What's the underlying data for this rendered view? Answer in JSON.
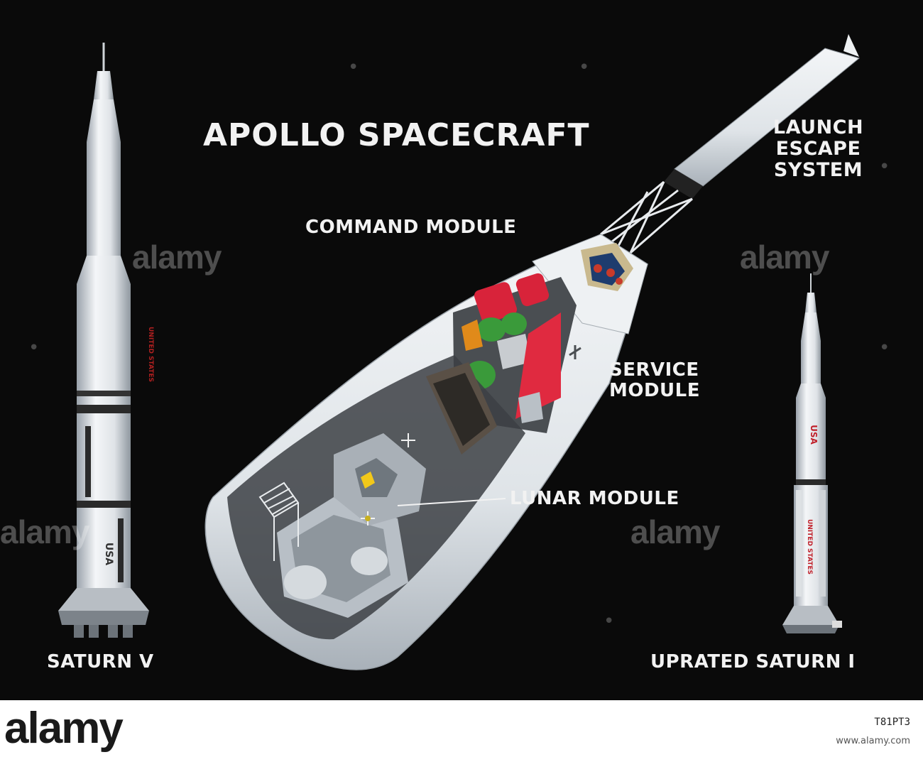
{
  "title": "APOLLO SPACECRAFT",
  "labels": {
    "launch_escape": "LAUNCH\nESCAPE\nSYSTEM",
    "command_module": "COMMAND MODULE",
    "service_module": "SERVICE\nMODULE",
    "lunar_module": "LUNAR MODULE",
    "saturn_v": "SATURN V",
    "uprated_saturn": "UPRATED SATURN I"
  },
  "rocket_markings": {
    "saturn_v_usa": "USA",
    "saturn_v_stage": "UNITED STATES",
    "saturn_ib_usa": "USA",
    "saturn_ib_united_states": "UNITED STATES"
  },
  "watermark": {
    "text": "alamy",
    "logo": "alamy",
    "image_id": "T81PT3",
    "site": "www.alamy.com"
  },
  "colors": {
    "background": "#0a0a0a",
    "label": "#f2f2f2",
    "hull": "#e4e7ea",
    "tank_red": "#d8233a",
    "tank_green": "#3a9a3a",
    "accent_orange": "#e08a1a",
    "lm_yellow": "#f2c81a"
  }
}
